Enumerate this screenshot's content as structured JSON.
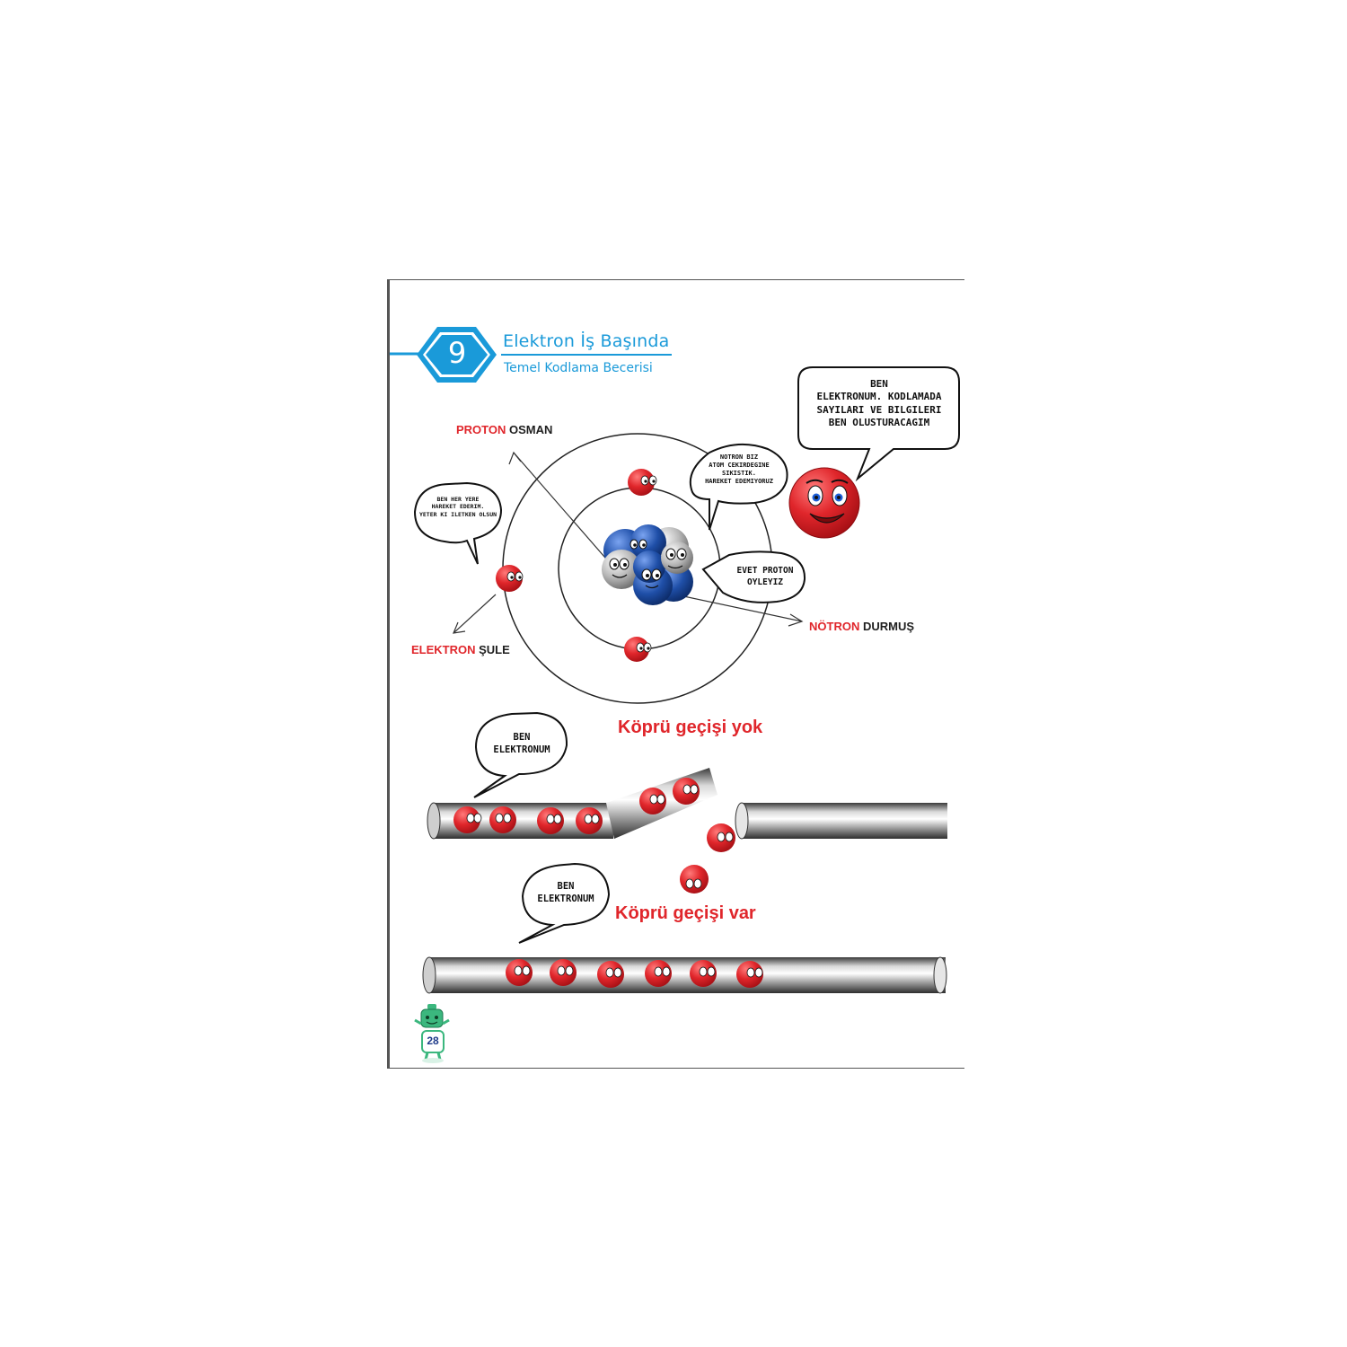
{
  "header": {
    "number": "9",
    "title": "Elektron İş Başında",
    "subtitle": "Temel Kodlama Becerisi"
  },
  "labels": {
    "proton": {
      "prefix": "PROTON",
      "name": "OSMAN"
    },
    "electron": {
      "prefix": "ELEKTRON",
      "name": "ŞULE"
    },
    "neutron": {
      "prefix": "NÖTRON",
      "name": "DURMUŞ"
    }
  },
  "bubbles": {
    "electron_intro": [
      "BEN",
      "ELEKTRONUM. KODLAMADA",
      "SAYILARI VE BILGILERI",
      "BEN OLUSTURACAGIM"
    ],
    "neutron_says": [
      "NOTRON BIZ",
      "ATOM CEKIRDEGINE",
      "SIKISTIK.",
      "HAREKET EDEMIYORUZ"
    ],
    "electron_moves": [
      "BEN HER YERE",
      "HAREKET EDERIM.",
      "YETER KI ILETKEN OLSUN"
    ],
    "proton_agrees": [
      "EVET PROTON",
      "OYLEYIZ"
    ],
    "ben_elektronum_1": [
      "BEN",
      "ELEKTRONUM"
    ],
    "ben_elektronum_2": [
      "BEN",
      "ELEKTRONUM"
    ]
  },
  "headings": {
    "no_bridge": "Köprü geçişi yok",
    "bridge": "Köprü geçişi var"
  },
  "page_number": "28",
  "colors": {
    "accent_blue": "#1a9ad9",
    "electron_red": "#e0262b",
    "neutron_blue": "#1f4fa8",
    "proton_gray": "#b8b8b8",
    "robot_green": "#3bb77e"
  }
}
